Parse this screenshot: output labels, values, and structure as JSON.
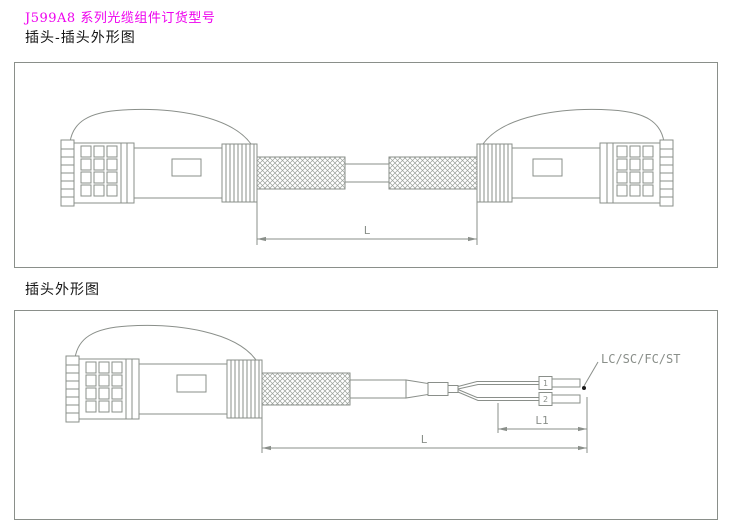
{
  "page": {
    "title": "J599A8 系列光缆组件订货型号",
    "section1_title": "插头-插头外形图",
    "section2_title": "插头外形图"
  },
  "figure1": {
    "dim_L": "L"
  },
  "figure2": {
    "dim_L": "L",
    "dim_L1": "L1",
    "annotation": "LC/SC/FC/ST",
    "branch_labels": {
      "first": "1",
      "second": "2"
    }
  },
  "colors": {
    "title": "#ee00ee",
    "heading": "#151515",
    "line": "#8a8f8a"
  }
}
